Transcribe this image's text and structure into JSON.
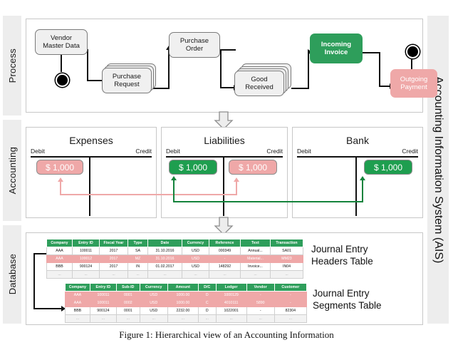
{
  "bands": {
    "process": "Process",
    "accounting": "Accounting",
    "database": "Database"
  },
  "system_label": "Accounting Information System (AIS)",
  "process": {
    "nodes": [
      {
        "id": "vendor-master-data",
        "label": "Vendor\nMaster Data",
        "style": "grey"
      },
      {
        "id": "purchase-request",
        "label": "Purchase\nRequest",
        "style": "grey-stack"
      },
      {
        "id": "purchase-order",
        "label": "Purchase\nOrder",
        "style": "grey"
      },
      {
        "id": "good-received",
        "label": "Good\nReceived",
        "style": "grey-stack"
      },
      {
        "id": "incoming-invoice",
        "label": "Incoming\nInvoice",
        "style": "green"
      },
      {
        "id": "outgoing-payment",
        "label": "Outgoing\nPayment",
        "style": "red"
      }
    ],
    "start_marker": "start-node",
    "end_marker": "end-node"
  },
  "accounting": {
    "accounts": [
      {
        "id": "expenses",
        "title": "Expenses",
        "debit_label": "Debit",
        "credit_label": "Credit",
        "debit_amount": "$ 1,000",
        "debit_color": "#efa8a8",
        "credit_amount": null
      },
      {
        "id": "liabilities",
        "title": "Liabilities",
        "debit_label": "Debit",
        "credit_label": "Credit",
        "debit_amount": "$ 1,000",
        "debit_color": "#1e9e4f",
        "credit_amount": "$ 1,000",
        "credit_color": "#efa8a8"
      },
      {
        "id": "bank",
        "title": "Bank",
        "debit_label": "Debit",
        "credit_label": "Credit",
        "debit_amount": null,
        "credit_amount": "$ 1,000",
        "credit_color": "#1e9e4f"
      }
    ]
  },
  "database": {
    "headers_table": {
      "caption": "Journal Entry\nHeaders Table",
      "columns": [
        "Company",
        "Entry ID",
        "Fiscal Year",
        "Type",
        "Date",
        "Currency",
        "Reference",
        "Text",
        "Transaction"
      ],
      "rows": [
        {
          "highlight": false,
          "cells": [
            "AAA",
            "100011",
            "2017",
            "SA",
            "31.10.2016",
            "USD",
            "000349",
            "Annual...",
            "SA01"
          ]
        },
        {
          "highlight": true,
          "cells": [
            "AAA",
            "100012",
            "2017",
            "MZ",
            "31.10.2016",
            "USD",
            "-",
            "Material...",
            "MM23"
          ]
        },
        {
          "highlight": false,
          "cells": [
            "BBB",
            "900124",
            "2017",
            "IN",
            "01.02.2017",
            "USD",
            "148292",
            "Invoice...",
            "IN04"
          ]
        },
        {
          "highlight": false,
          "dots": true,
          "cells": [
            "...",
            "...",
            "...",
            "...",
            "...",
            "...",
            "...",
            "...",
            "..."
          ]
        }
      ]
    },
    "segments_table": {
      "caption": "Journal Entry\nSegments Table",
      "columns": [
        "Company",
        "Entry ID",
        "Sub-ID",
        "Currency",
        "Amount",
        "D/C",
        "Ledger",
        "Vendor",
        "Customer"
      ],
      "rows": [
        {
          "highlight": true,
          "cells": [
            "AAA",
            "100011",
            "0001",
            "USD",
            "1000.00",
            "D",
            "1000129",
            "-",
            "-"
          ]
        },
        {
          "highlight": true,
          "cells": [
            "AAA",
            "100011",
            "0002",
            "USD",
            "1000.00",
            "C",
            "4010111",
            "5890",
            "-"
          ]
        },
        {
          "highlight": false,
          "cells": [
            "BBB",
            "900124",
            "0001",
            "USD",
            "2232.00",
            "D",
            "1022001",
            "-",
            "82304"
          ]
        },
        {
          "highlight": false,
          "dots": true,
          "cells": [
            "...",
            "...",
            "...",
            "...",
            "...",
            "...",
            "...",
            "...",
            "..."
          ]
        }
      ]
    }
  },
  "colors": {
    "green": "#2e9e5b",
    "green_dark": "#14833c",
    "red": "#efa8a8",
    "band": "#ededed",
    "node_grey": "#f0f0f0"
  },
  "caption": "Figure 1: Hierarchical view of an Accounting Information"
}
